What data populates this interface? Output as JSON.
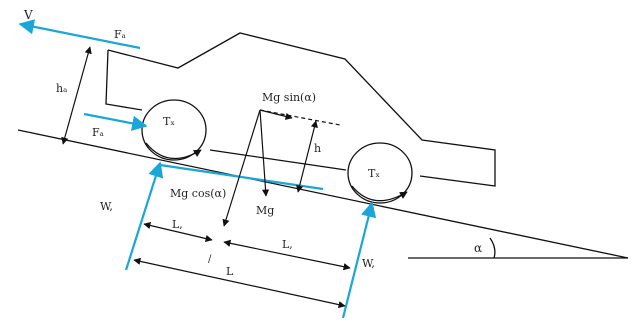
{
  "labels": {
    "v": "V",
    "fa_top": "Fₐ",
    "fa_low": "Fₐ",
    "h_a": "hₐ",
    "h": "h",
    "mg_sin": "Mg sin(α)",
    "mg_cos": "Mg cos(α)",
    "mg": "Mg",
    "t_front": "Tₓ",
    "t_rear": "Tₓ",
    "w_front": "W,",
    "w_rear": "W,",
    "l_front": "L,",
    "l_rear": "L,",
    "l_total": "L",
    "alpha": "α",
    "cg_mark": "/"
  },
  "colors": {
    "force": "#1aa6d8",
    "line": "#111111",
    "background": "#ffffff"
  }
}
